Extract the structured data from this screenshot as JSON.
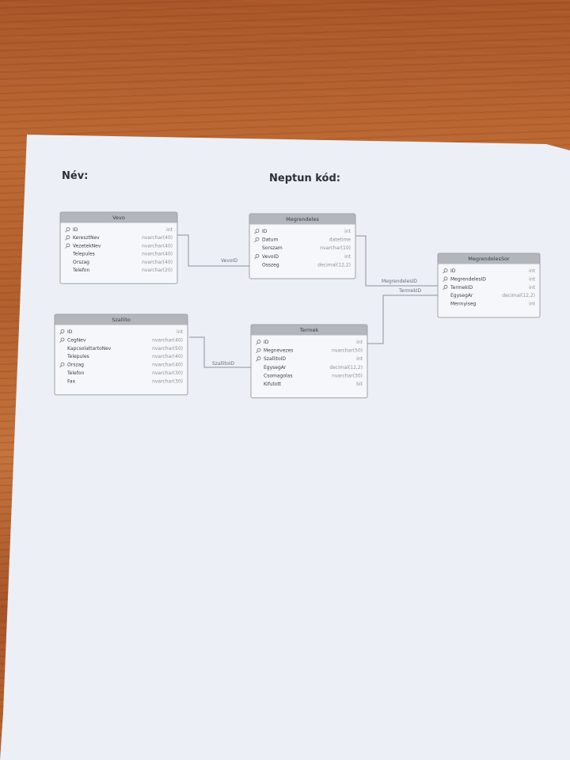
{
  "header": {
    "name_label": "Név:",
    "neptun_label": "Neptun kód:"
  },
  "tables": [
    {
      "id": "vevo",
      "title": "Vevo",
      "columns": [
        {
          "name": "ID",
          "type": "int",
          "key": true
        },
        {
          "name": "KeresztNev",
          "type": "nvarchar(40)",
          "key": true
        },
        {
          "name": "VezetekNev",
          "type": "nvarchar(40)",
          "key": true
        },
        {
          "name": "Telepules",
          "type": "nvarchar(40)",
          "key": false
        },
        {
          "name": "Orszag",
          "type": "nvarchar(40)",
          "key": false
        },
        {
          "name": "Telefon",
          "type": "nvarchar(20)",
          "key": false
        }
      ]
    },
    {
      "id": "megrendeles",
      "title": "Megrendeles",
      "columns": [
        {
          "name": "ID",
          "type": "int",
          "key": true
        },
        {
          "name": "Datum",
          "type": "datetime",
          "key": true
        },
        {
          "name": "Sorszam",
          "type": "nvarchar(10)",
          "key": false
        },
        {
          "name": "VevoID",
          "type": "int",
          "key": true
        },
        {
          "name": "Osszeg",
          "type": "decimal(12,2)",
          "key": false
        }
      ]
    },
    {
      "id": "megrendelessor",
      "title": "MegrendelesSor",
      "columns": [
        {
          "name": "ID",
          "type": "int",
          "key": true
        },
        {
          "name": "MegrendelesID",
          "type": "int",
          "key": true
        },
        {
          "name": "TermekID",
          "type": "int",
          "key": true
        },
        {
          "name": "EgysegAr",
          "type": "decimal(12,2)",
          "key": false
        },
        {
          "name": "Mennyiseg",
          "type": "int",
          "key": false
        }
      ]
    },
    {
      "id": "szallito",
      "title": "Szallito",
      "columns": [
        {
          "name": "ID",
          "type": "int",
          "key": true
        },
        {
          "name": "CegNev",
          "type": "nvarchar(40)",
          "key": true
        },
        {
          "name": "KapcsolattartoNev",
          "type": "nvarchar(50)",
          "key": false
        },
        {
          "name": "Telepules",
          "type": "nvarchar(40)",
          "key": false
        },
        {
          "name": "Orszag",
          "type": "nvarchar(40)",
          "key": true
        },
        {
          "name": "Telefon",
          "type": "nvarchar(30)",
          "key": false
        },
        {
          "name": "Fax",
          "type": "nvarchar(30)",
          "key": false
        }
      ]
    },
    {
      "id": "termek",
      "title": "Termek",
      "columns": [
        {
          "name": "ID",
          "type": "int",
          "key": true
        },
        {
          "name": "Megnevezes",
          "type": "nvarchar(50)",
          "key": true
        },
        {
          "name": "SzallitoID",
          "type": "int",
          "key": true
        },
        {
          "name": "EgysegAr",
          "type": "decimal(12,2)",
          "key": false
        },
        {
          "name": "Csomagolas",
          "type": "nvarchar(30)",
          "key": false
        },
        {
          "name": "Kifutott",
          "type": "bit",
          "key": false
        }
      ]
    }
  ],
  "relations": [
    {
      "label": "VevoID"
    },
    {
      "label": "MegrendelesID"
    },
    {
      "label": "TermekID"
    },
    {
      "label": "SzallitoID"
    }
  ]
}
